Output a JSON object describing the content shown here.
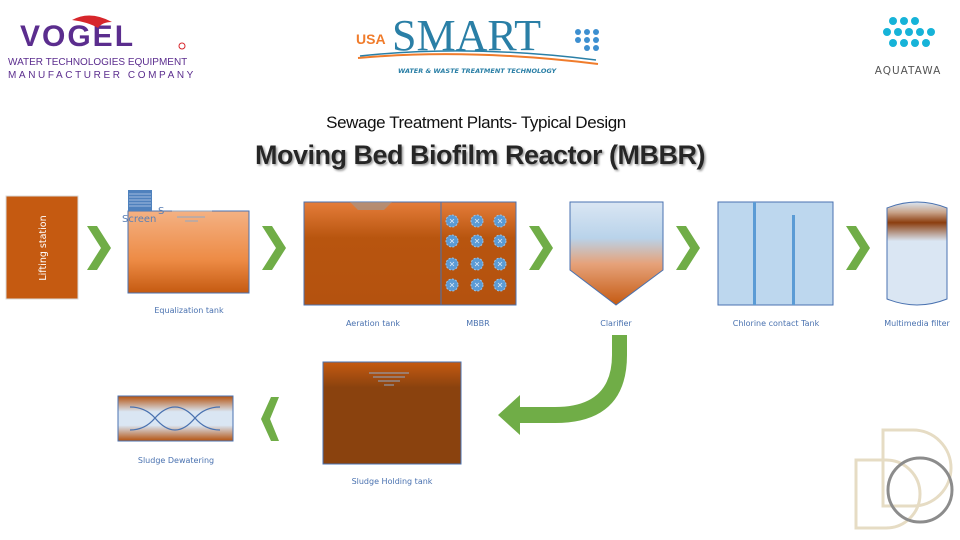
{
  "logos": {
    "vogel": {
      "name": "VOGEL",
      "line1": "WATER TECHNOLOGIES EQUIPMENT",
      "line2": "MANUFACTURER  COMPANY"
    },
    "smart": {
      "prefix": "USA",
      "name": "SMART",
      "tagline": "WATER & WASTE TREATMENT TECHNOLOGY"
    },
    "aquatawa": {
      "name": "AQUATAWA"
    }
  },
  "header": {
    "subtitle": "Sewage Treatment Plants- Typical Design",
    "title": "Moving Bed Biofilm Reactor (MBBR)"
  },
  "units": {
    "lifting": "Lifting station",
    "screen": "Screen",
    "screen_s": "S",
    "equalization": "Equalization tank",
    "aeration": "Aeration tank",
    "mbbr": "MBBR",
    "clarifier": "Clarifier",
    "chlorine": "Chlorine contact Tank",
    "multimedia": "Multimedia filter",
    "sludge_holding": "Sludge Holding tank",
    "sludge_dewatering": "Sludge Dewatering"
  },
  "colors": {
    "arrow": "#70ad47",
    "sludge": "#c55a11",
    "water": "#bdd7ee",
    "outline": "#4a72b0"
  }
}
